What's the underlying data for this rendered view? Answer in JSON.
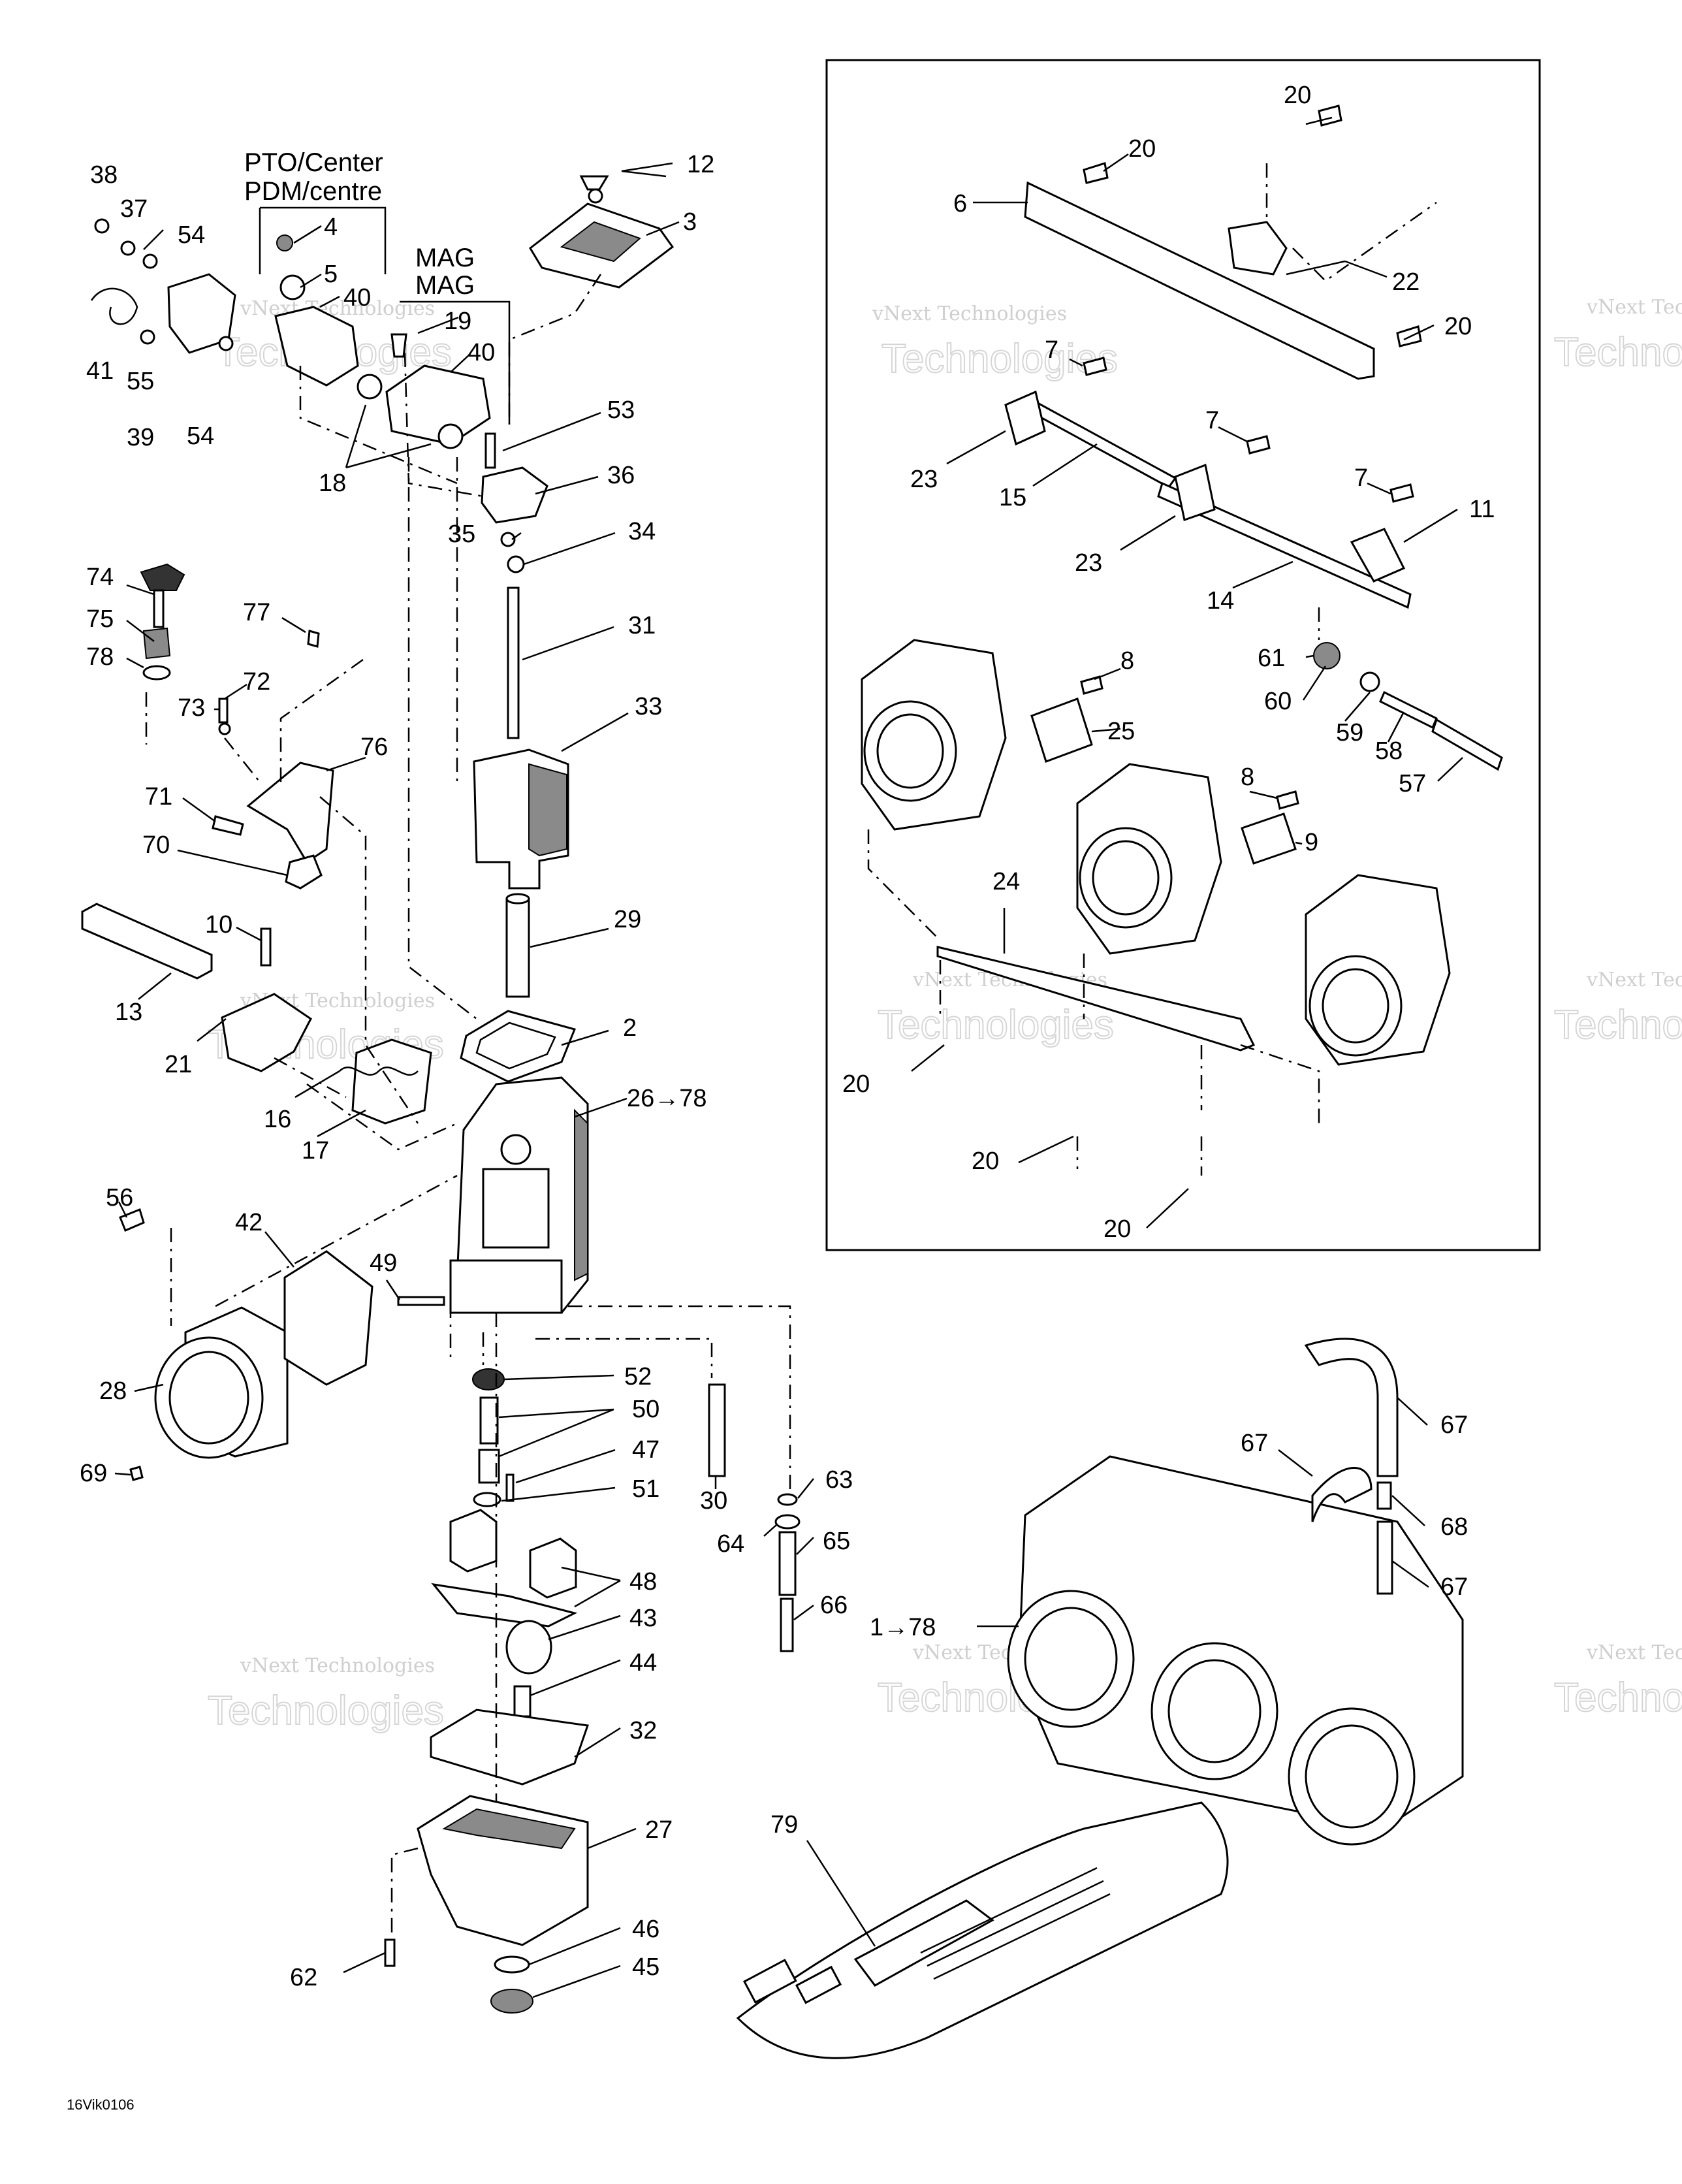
{
  "headers": {
    "pto_center_en": "PTO/Center",
    "pto_center_fr": "PDM/centre",
    "mag_en": "MAG",
    "mag_fr": "MAG"
  },
  "callouts": [
    "38",
    "37",
    "54",
    "4",
    "5",
    "40",
    "41",
    "55",
    "39",
    "54",
    "12",
    "3",
    "19",
    "40",
    "18",
    "53",
    "36",
    "35",
    "34",
    "31",
    "33",
    "29",
    "2",
    "26→78",
    "74",
    "75",
    "78",
    "77",
    "72",
    "73",
    "76",
    "71",
    "70",
    "10",
    "13",
    "21",
    "16",
    "17",
    "56",
    "42",
    "49",
    "28",
    "69",
    "52",
    "50",
    "47",
    "51",
    "30",
    "63",
    "64",
    "65",
    "66",
    "48",
    "43",
    "44",
    "32",
    "27",
    "46",
    "45",
    "62",
    "20",
    "20",
    "6",
    "22",
    "20",
    "7",
    "23",
    "15",
    "7",
    "7",
    "11",
    "23",
    "14",
    "8",
    "25",
    "61",
    "60",
    "59",
    "58",
    "57",
    "8",
    "9",
    "24",
    "20",
    "20",
    "20",
    "67",
    "67",
    "68",
    "67",
    "1→78",
    "79"
  ],
  "figure_code": "16Vik0106",
  "watermark": {
    "small": "vNext Technologies",
    "large": "Technologies"
  },
  "colors": {
    "line": "#000000",
    "background": "#ffffff",
    "watermark": "#cfcfcf"
  }
}
